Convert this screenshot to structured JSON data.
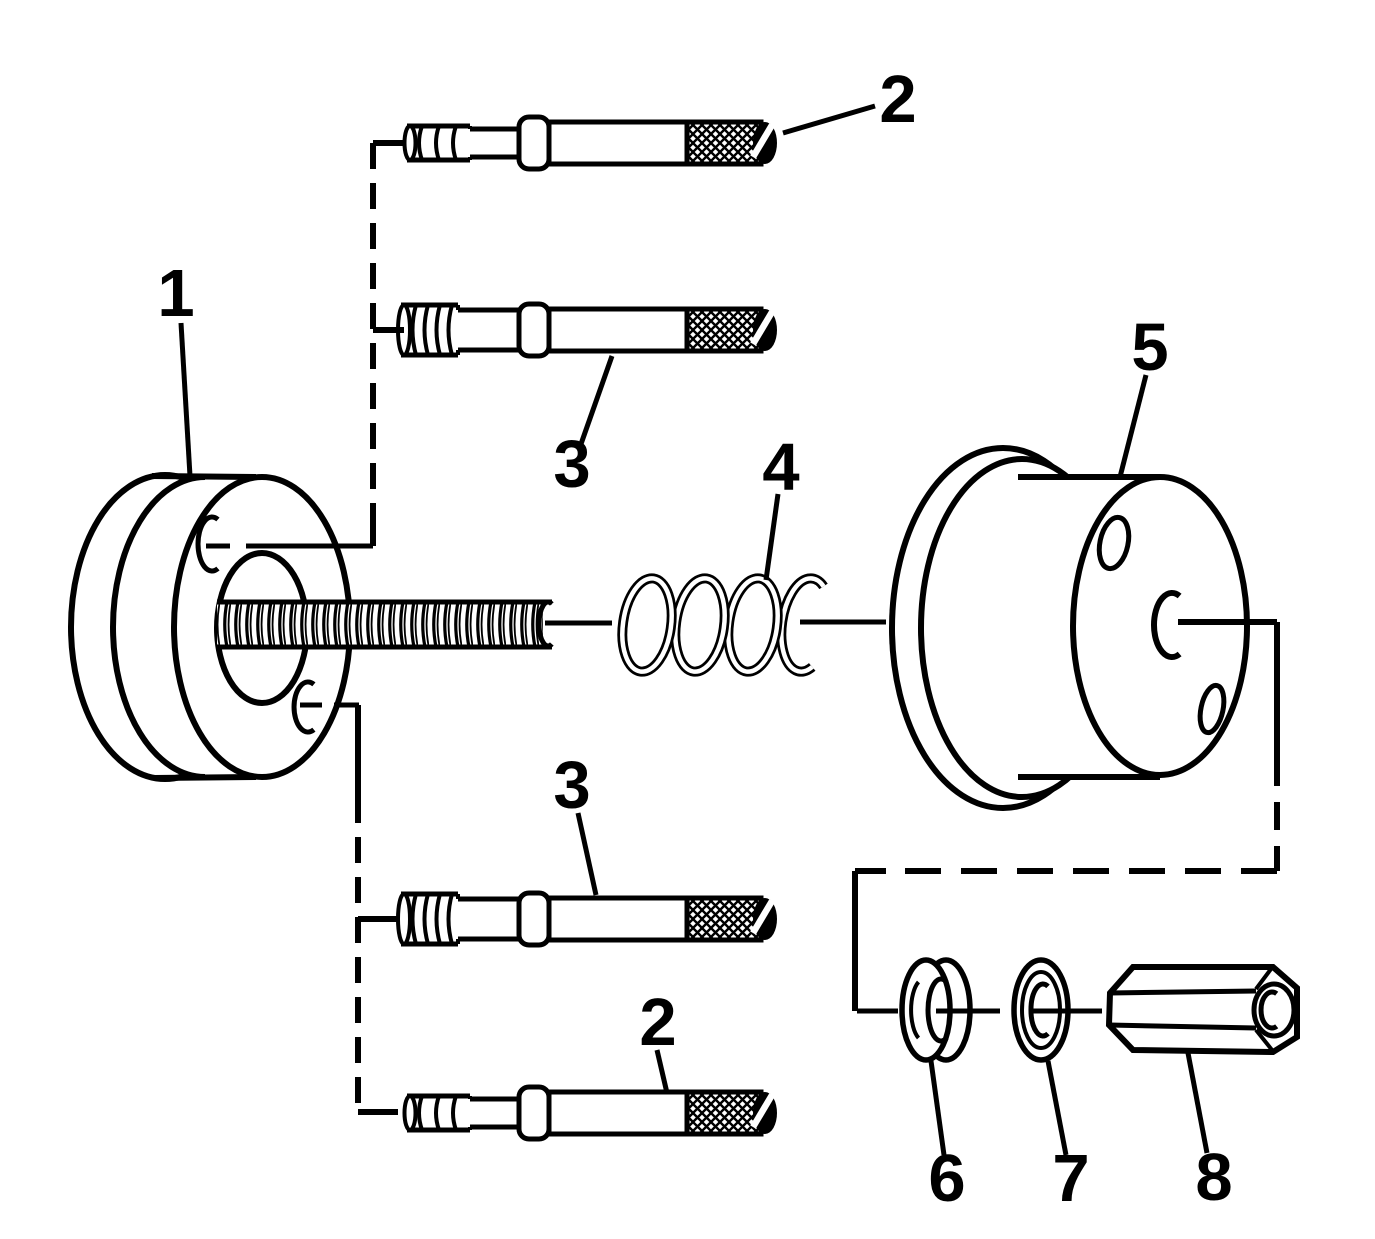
{
  "figure": {
    "type": "exploded-parts-diagram",
    "colors": {
      "line": "#000000",
      "background": "#ffffff"
    },
    "callouts": [
      {
        "id": "callout-1",
        "label": "1"
      },
      {
        "id": "callout-2-top",
        "label": "2"
      },
      {
        "id": "callout-3-upper",
        "label": "3"
      },
      {
        "id": "callout-4",
        "label": "4"
      },
      {
        "id": "callout-5",
        "label": "5"
      },
      {
        "id": "callout-3-lower",
        "label": "3"
      },
      {
        "id": "callout-2-lower",
        "label": "2"
      },
      {
        "id": "callout-6",
        "label": "6"
      },
      {
        "id": "callout-7",
        "label": "7"
      },
      {
        "id": "callout-8",
        "label": "8"
      }
    ]
  }
}
